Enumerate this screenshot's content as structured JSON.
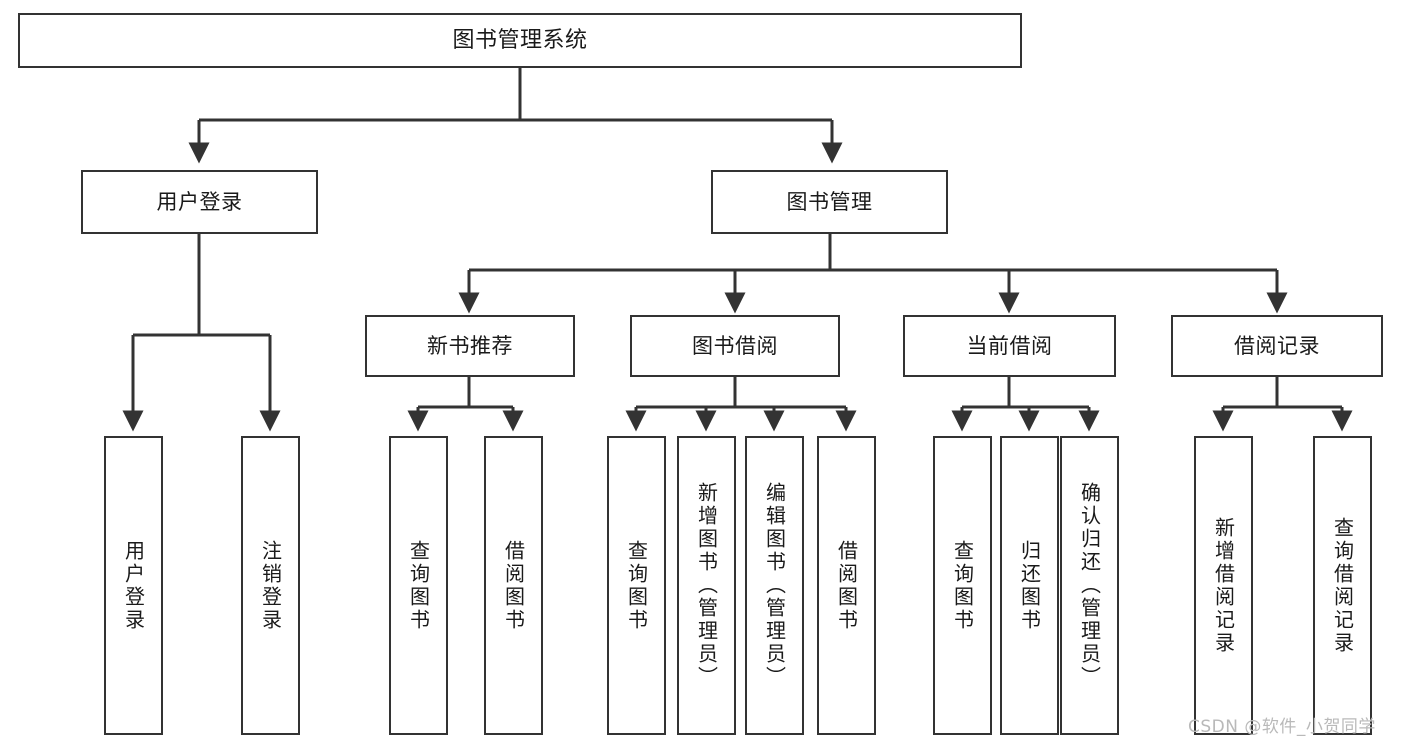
{
  "diagram": {
    "type": "tree-hierarchy-chart",
    "title": "图书管理系统",
    "colors": {
      "box_border": "#333333",
      "box_fill": "#ffffff",
      "connector": "#333333",
      "text": "#1a1a1a",
      "watermark": "#b9b9b9",
      "background": "#ffffff"
    },
    "root": {
      "label": "图书管理系统"
    },
    "level2": [
      {
        "label": "用户登录"
      },
      {
        "label": "图书管理"
      }
    ],
    "level3": [
      {
        "label": "新书推荐"
      },
      {
        "label": "图书借阅"
      },
      {
        "label": "当前借阅"
      },
      {
        "label": "借阅记录"
      }
    ],
    "leaves": {
      "user_login": [
        {
          "label": "用户登录"
        },
        {
          "label": "注销登录"
        }
      ],
      "new_book_recommend": [
        {
          "label": "查询图书"
        },
        {
          "label": "借阅图书"
        }
      ],
      "book_borrow": [
        {
          "label": "查询图书"
        },
        {
          "label": "新增图书（管理员）"
        },
        {
          "label": "编辑图书（管理员）"
        },
        {
          "label": "借阅图书"
        }
      ],
      "current_borrow": [
        {
          "label": "查询图书"
        },
        {
          "label": "归还图书"
        },
        {
          "label": "确认归还（管理员）"
        }
      ],
      "borrow_record": [
        {
          "label": "新增借阅记录"
        },
        {
          "label": "查询借阅记录"
        }
      ]
    },
    "watermark": "CSDN @软件_小贺同学"
  }
}
